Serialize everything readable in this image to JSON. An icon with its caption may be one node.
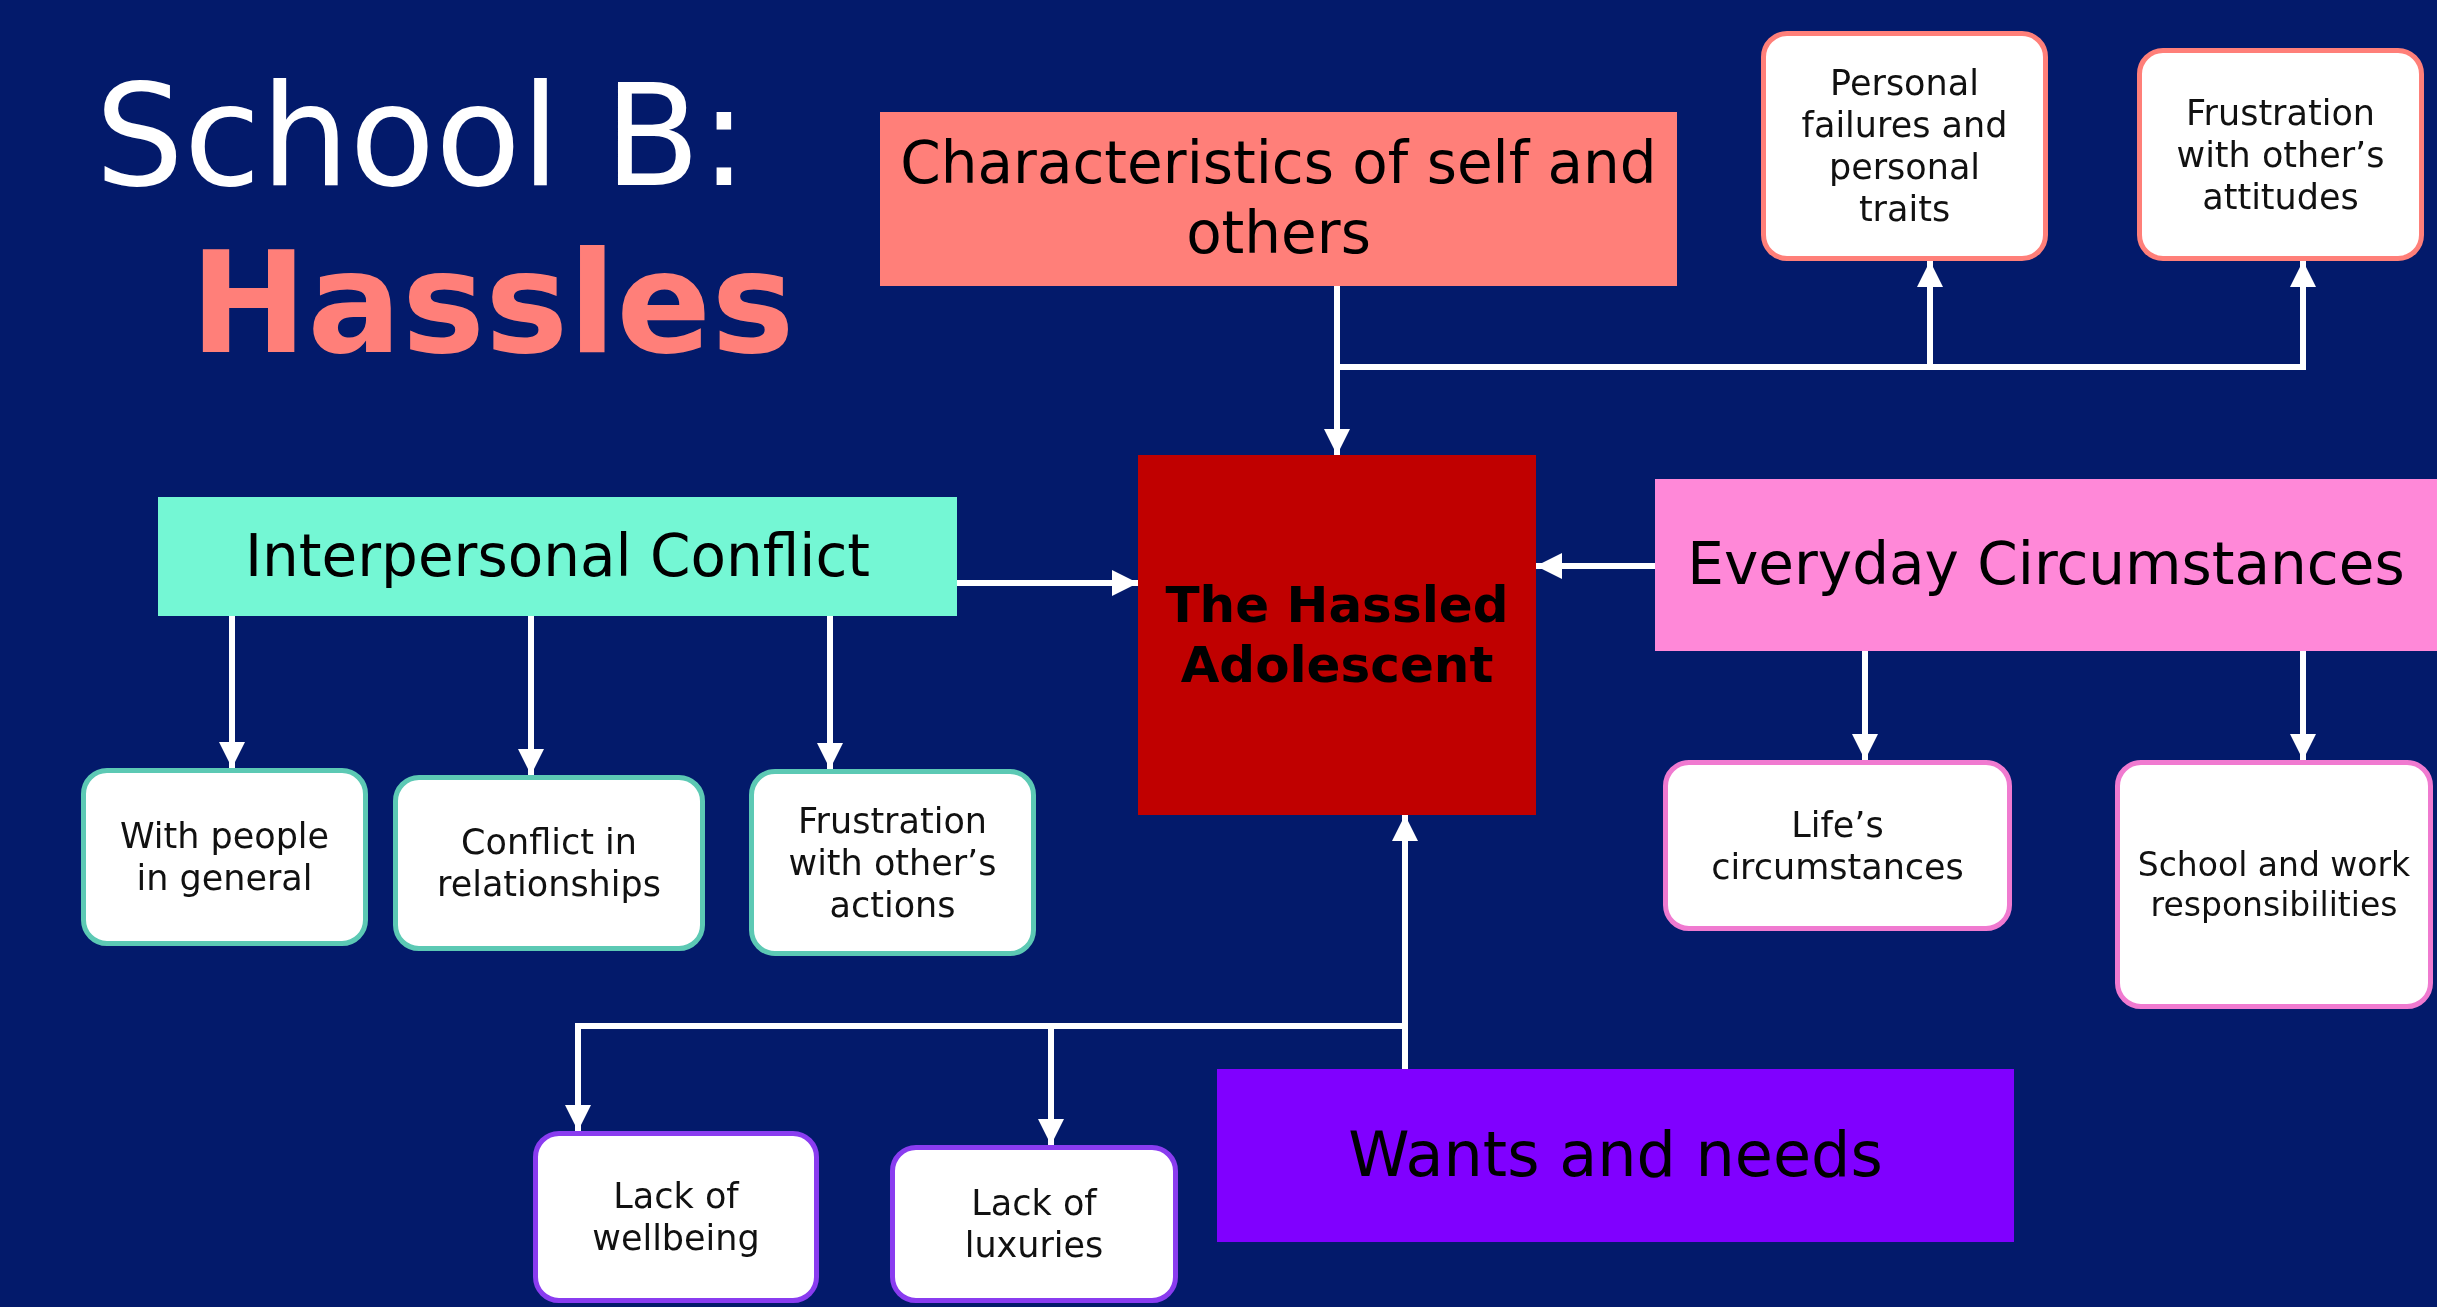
{
  "diagram": {
    "title": "School B:",
    "nodes": [
      {
        "text": [
          "Characteristics of self and others"
        ]
      },
      {
        "text": [
          "Personal failures and personal traits"
        ]
      },
      {
        "text": [
          "Frustration with other’s attitudes"
        ]
      },
      {
        "text": [
          "Interpersonal Conflict"
        ]
      },
      {
        "text": [
          "The Hassled Adolescent"
        ]
      },
      {
        "text": [
          "Everyday Circumstances"
        ]
      },
      {
        "text": [
          "With people in general"
        ]
      },
      {
        "text": [
          "Conflict in relationships"
        ]
      },
      {
        "text": [
          "Frustration with other’s actions"
        ]
      },
      {
        "text": [
          "Life’s circumstances"
        ]
      },
      {
        "text": [
          "School and work responsibilities"
        ]
      },
      {
        "text": [
          "Wants and needs"
        ]
      },
      {
        "text": [
          "Lack of wellbeing"
        ]
      },
      {
        "text": [
          "Lack of luxuries"
        ]
      }
    ],
    "edges": [
      {
        "from": 0,
        "to": 4,
        "arrow": "to"
      },
      {
        "from": 0,
        "to": 1,
        "arrow": "to"
      },
      {
        "from": 0,
        "to": 2,
        "arrow": "to"
      },
      {
        "from": 3,
        "to": 4,
        "arrow": "to"
      },
      {
        "from": 5,
        "to": 4,
        "arrow": "to"
      },
      {
        "from": 3,
        "to": 6,
        "arrow": "to"
      },
      {
        "from": 3,
        "to": 7,
        "arrow": "to"
      },
      {
        "from": 3,
        "to": 8,
        "arrow": "to"
      },
      {
        "from": 5,
        "to": 9,
        "arrow": "to"
      },
      {
        "from": 5,
        "to": 10,
        "arrow": "to"
      },
      {
        "from": 11,
        "to": 4,
        "arrow": "to"
      },
      {
        "from": 11,
        "to": 12,
        "arrow": "to"
      },
      {
        "from": 11,
        "to": 13,
        "arrow": "to"
      }
    ],
    "labels": [
      "Hassles"
    ]
  }
}
